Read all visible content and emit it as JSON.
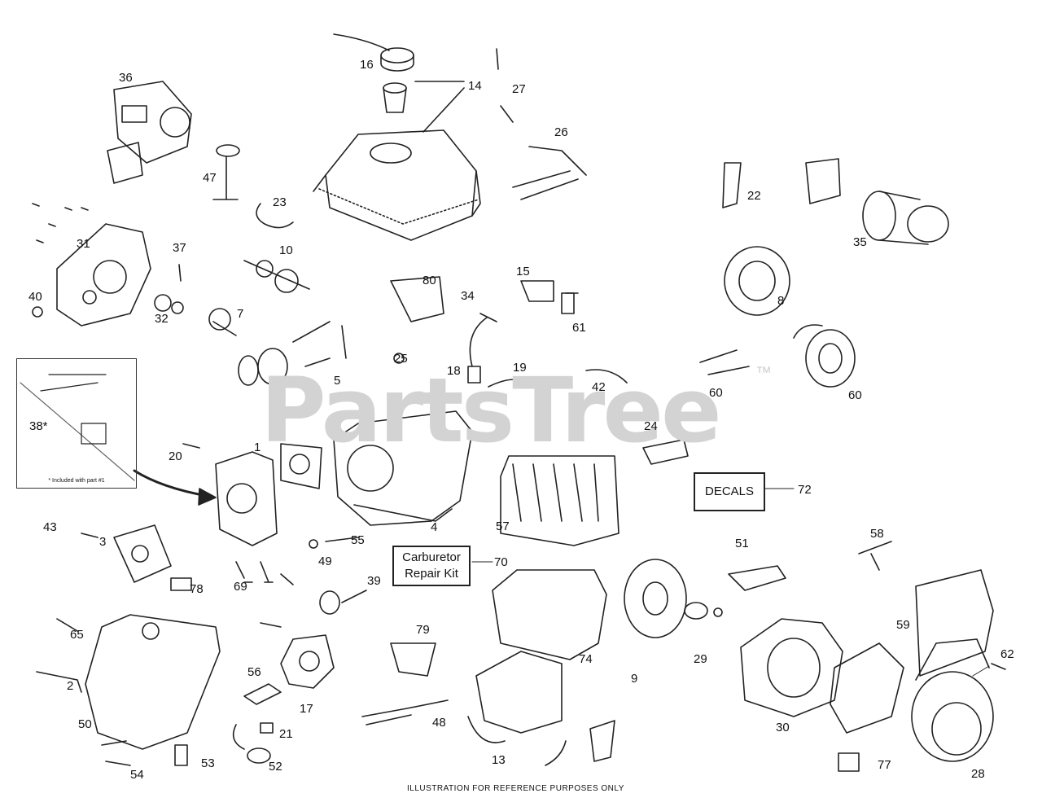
{
  "watermark": "PartsTree",
  "trademark": "™",
  "footer": "ILLUSTRATION FOR REFERENCE PURPOSES ONLY",
  "inset": {
    "label": "38*",
    "note": "* Included with part #1"
  },
  "boxes": {
    "decals": "DECALS",
    "carb_line1": "Carburetor",
    "carb_line2": "Repair Kit"
  },
  "callouts": {
    "n1": "1",
    "n2": "2",
    "n3": "3",
    "n4": "4",
    "n5": "5",
    "n7": "7",
    "n8": "8",
    "n9": "9",
    "n10": "10",
    "n13": "13",
    "n14": "14",
    "n15": "15",
    "n16": "16",
    "n17": "17",
    "n18": "18",
    "n19": "19",
    "n20": "20",
    "n21": "21",
    "n22": "22",
    "n23": "23",
    "n24": "24",
    "n25": "25",
    "n26": "26",
    "n27": "27",
    "n28": "28",
    "n29": "29",
    "n30": "30",
    "n31": "31",
    "n32": "32",
    "n34": "34",
    "n35": "35",
    "n36": "36",
    "n37": "37",
    "n39": "39",
    "n40": "40",
    "n42": "42",
    "n43": "43",
    "n47": "47",
    "n48": "48",
    "n49": "49",
    "n50": "50",
    "n51": "51",
    "n52": "52",
    "n53": "53",
    "n54": "54",
    "n55": "55",
    "n56": "56",
    "n57": "57",
    "n58": "58",
    "n59": "59",
    "n60a": "60",
    "n60b": "60",
    "n61": "61",
    "n62": "62",
    "n65": "65",
    "n69": "69",
    "n70": "70",
    "n72": "72",
    "n74": "74",
    "n77": "77",
    "n78": "78",
    "n79": "79",
    "n80": "80"
  }
}
